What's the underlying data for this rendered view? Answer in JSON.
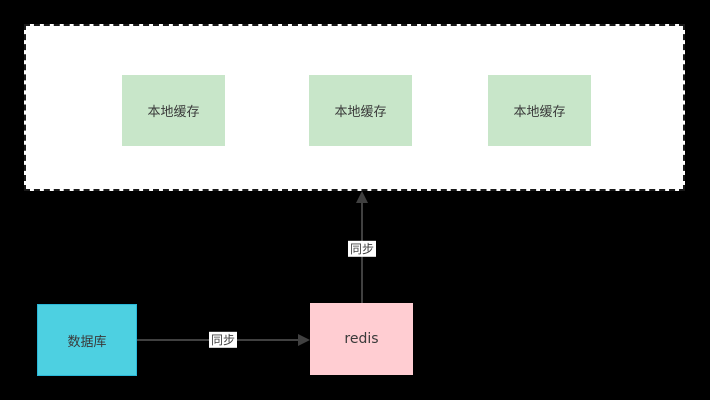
{
  "colors": {
    "background": "#000000",
    "cluster_fill": "#ffffff",
    "cluster_border": "#1a1a1a",
    "cache_fill": "#c8e6c9",
    "redis_fill": "#ffcdd2",
    "database_fill": "#4dd0e1",
    "database_border": "#2ab8d9",
    "edge": "#404040",
    "node_text": "#3a3a3a",
    "edge_label_bg": "#ffffff",
    "edge_label_text": "#444444"
  },
  "nodes": [
    {
      "id": "local-cache-1",
      "label": "本地缓存"
    },
    {
      "id": "local-cache-2",
      "label": "本地缓存"
    },
    {
      "id": "local-cache-3",
      "label": "本地缓存"
    },
    {
      "id": "redis",
      "label": "redis"
    },
    {
      "id": "database",
      "label": "数据库"
    }
  ],
  "edges": [
    {
      "from": "database",
      "to": "redis",
      "label": "同步",
      "direction": "right"
    },
    {
      "from": "redis",
      "to": "cache-cluster",
      "label": "同步",
      "direction": "up"
    }
  ]
}
